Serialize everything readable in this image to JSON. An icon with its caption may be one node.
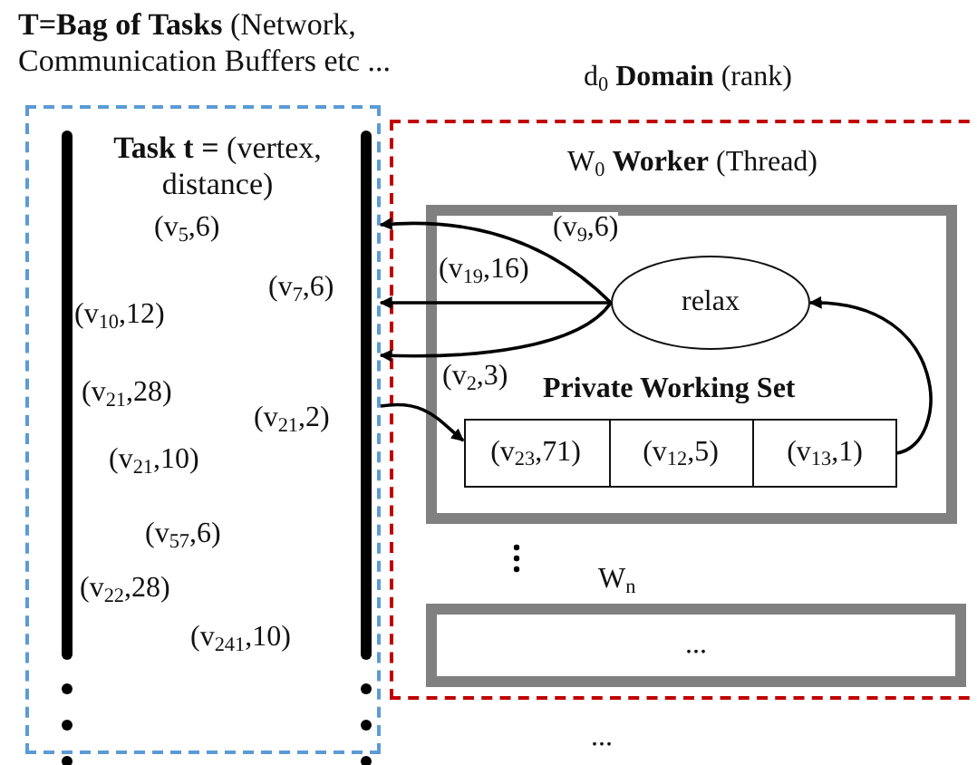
{
  "diagram": {
    "nodes": [
      {
        "text": [
          "**T=Bag of Tasks** (Network, Communication Buffers etc ...",
          "**Task t =** (vertex, distance)"
        ]
      },
      {
        "text": [
          "d$_{0}$    **Domain** (rank)"
        ]
      },
      {
        "text": [
          "W$_{0}$    **Worker** (Thread)"
        ],
        "in": 1
      },
      {
        "text": [
          "relax"
        ],
        "in": 2
      },
      {
        "text": [
          "Private Working Set"
        ],
        "in": 2
      },
      {
        "text": [
          "(v$_{23}$,71)"
        ],
        "in": 4
      },
      {
        "text": [
          "(v$_{12}$,5)"
        ],
        "in": 4
      },
      {
        "text": [
          "(v$_{13}$,1)"
        ],
        "in": 4
      },
      {
        "text": [
          "W$_{n}$",
          "..."
        ],
        "in": 1
      }
    ],
    "edges": [
      {
        "from": 3,
        "to": 0,
        "arrow": "to",
        "label": "(v$_{9}$,6)"
      },
      {
        "from": 3,
        "to": 0,
        "arrow": "to",
        "label": "(v$_{19}$,16)"
      },
      {
        "from": 3,
        "to": 0,
        "arrow": "to",
        "label": "(v$_{2}$,3)"
      },
      {
        "from": 0,
        "to": 5,
        "arrow": "to",
        "label": "(v$_{21}$,2)"
      },
      {
        "from": 7,
        "to": 3,
        "arrow": "to"
      }
    ],
    "labels": [
      "(v$_{5}$,6)",
      "(v$_{7}$,6)",
      "(v$_{10}$,12)",
      "(v$_{21}$,28)",
      "(v$_{21}$,10)",
      "(v$_{57}$,6)",
      "(v$_{22}$,28)",
      "(v$_{241}$,10)",
      "..."
    ]
  }
}
